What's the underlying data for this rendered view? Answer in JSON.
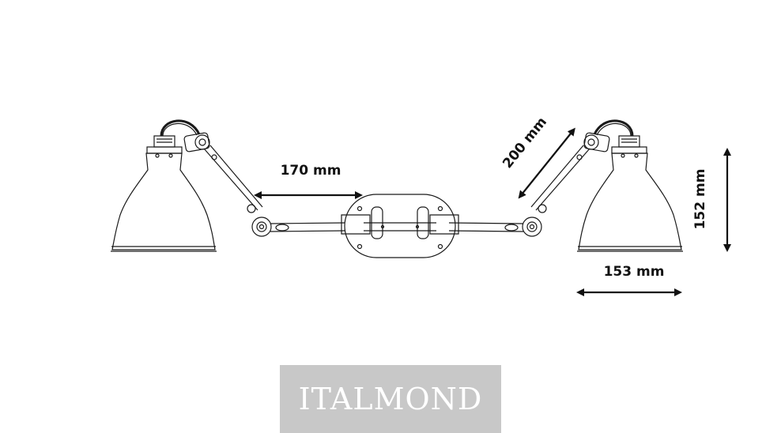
{
  "dimensions": {
    "arm_reach": "170 mm",
    "arm_length": "200 mm",
    "shade_height": "152 mm",
    "shade_width": "153 mm"
  },
  "watermark": {
    "text": "ITALMOND",
    "background": "#c8c8c8",
    "color": "#ffffff"
  },
  "colors": {
    "line": "#1a1a1a",
    "background": "#ffffff"
  }
}
